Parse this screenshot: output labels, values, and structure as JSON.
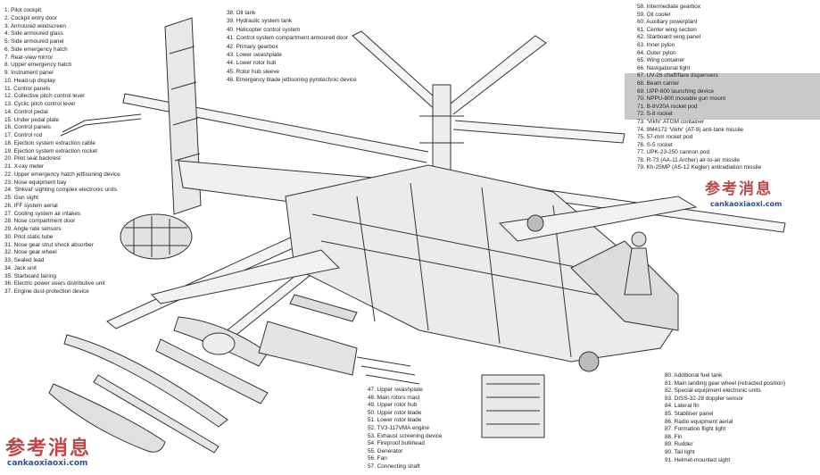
{
  "legend_left": [
    "1. Pilot cockpit",
    "2. Cockpit entry door",
    "3. Armoured windscreen",
    "4. Side armoured glass",
    "5. Side armoured panel",
    "6. Side emergency hatch",
    "7. Rear-view mirror",
    "8. Upper emergency hatch",
    "9. Instrument panel",
    "10. Head-up display",
    "11. Control panels",
    "12. Collective pitch control lever",
    "13. Cyclic pitch control lever",
    "14. Control pedal",
    "15. Under pedal plate",
    "16. Control panels",
    "17. Control rod",
    "18. Ejection system extraction cable",
    "19. Ejection system extraction rocket",
    "20. Pilot seat backrest",
    "21. X-ray meter",
    "22. Upper emergency hatch jettisoning device",
    "23. Nose equipment bay",
    "24. 'Shkval' sighting complex electronic units",
    "25. Gun sight",
    "26. IFF system aerial",
    "27. Cooling system air intakes",
    "28. Nose compartment door",
    "29. Angle rate sensors",
    "30. Pitot static tube",
    "31. Nose gear strut shock absorber",
    "32. Nose gear wheel",
    "33. Sealed lead",
    "34. Jack unit",
    "35. Starboard fairing",
    "36. Electric power users distributive unit",
    "37. Engine dust-protection device"
  ],
  "legend_top_mid": [
    "38. Oil tank",
    "39. Hydraulic system tank",
    "40. Helicopter control system",
    "41. Control system compartment armoured door",
    "42. Primary gearbox",
    "43. Lower swashplate",
    "44. Lower rotor hub",
    "45. Rotor hub sleeve",
    "46. Emergency blade jettisoning pyrotechnic device"
  ],
  "legend_top_right": [
    "58. Intermediate gearbox",
    "59. Oil cooler",
    "60. Auxiliary powerplant",
    "61. Center wing section",
    "62. Starboard wing panel",
    "63. Inner pylon",
    "64. Outer pylon",
    "65. Wing container",
    "66. Navigational light",
    "67. UV-26 chaff/flare dispensers",
    "68. Beam carrier",
    "69. UPP-800 launching device",
    "70. NPPU-800 movable gun mount",
    "71. B-8V20A rocket pod",
    "72. S-8 rocket",
    "73. 'Vikhr' ATGM container",
    "74. 9M4172 'Vikhr' (AT-9) anti-tank missile",
    "75. 57-mm rocket pod",
    "76. S-5 rocket",
    "77. UPK-23-250 cannon pod",
    "78. R-73 (AA-11 Archer) air-to-air missile",
    "79. Kh-25MP (AS-12 Kegler) antiradiation missile"
  ],
  "legend_bottom_mid": [
    "47. Upper swashplate",
    "48. Main rotors mast",
    "49. Upper rotor hub",
    "50. Upper rotor blade",
    "51. Lower rotor blade",
    "52. TV3-117VMA engine",
    "53. Exhaust screening device",
    "54. Fireproof bulkhead",
    "55. Generator",
    "56. Fan",
    "57. Connecting shaft"
  ],
  "legend_bottom_right": [
    "80. Additional fuel tank",
    "81. Main landing gear wheel (retracted position)",
    "82. Special equipment electronic units",
    "83. DISS-32-28 doppler sensor",
    "84. Lateral fin",
    "85. Stabiliser panel",
    "86. Radio equipment aerial",
    "87. Formation flight light",
    "88. Fin",
    "89. Rudder",
    "90. Tail light",
    "91. Helmet-mounted sight"
  ],
  "watermark": {
    "cn": "参考消息",
    "url": "cankaoxiaoxi.com"
  }
}
